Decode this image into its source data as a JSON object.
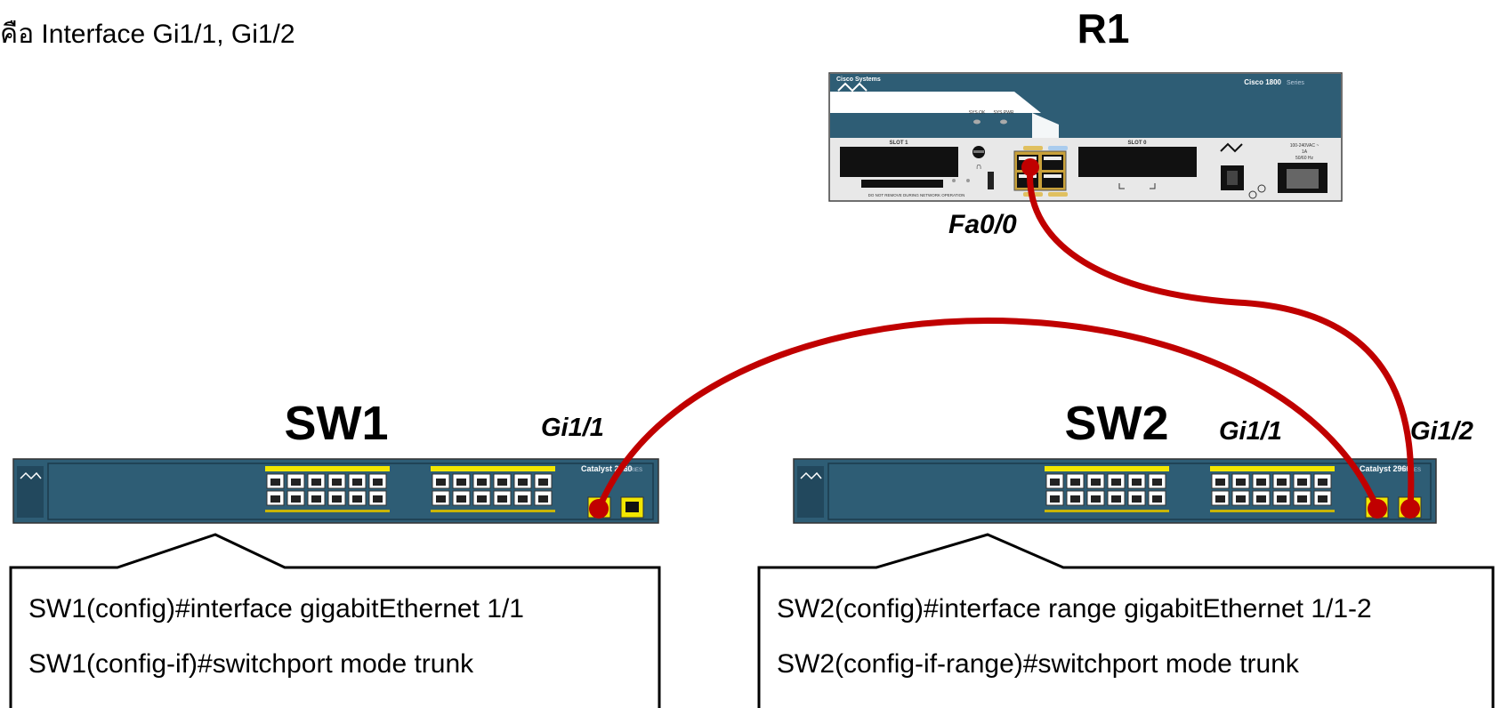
{
  "header": {
    "text": "คือ Interface Gi1/1, Gi1/2"
  },
  "router": {
    "name": "R1",
    "brand": "Cisco Systems",
    "model_label": "Cisco 1800",
    "model_suffix": "Series",
    "slot1_label": "SLOT 1",
    "slot0_label": "SLOT 0",
    "warning": "DO NOT REMOVE DURING NETWORK OPERATION",
    "power_label": "100-240VAC ~",
    "power_amps": "1A",
    "power_hz": "50/60 Hz",
    "sys_ok": "SYS OK",
    "sys_pwr": "SYS PWR",
    "port_label": "Fa0/0"
  },
  "switches": [
    {
      "name": "SW1",
      "model": "Catalyst 2960",
      "model_suffix": "SERIES",
      "ports": [
        "Gi1/1"
      ],
      "commands": [
        "SW1(config)#interface gigabitEthernet 1/1",
        "SW1(config-if)#switchport mode trunk"
      ]
    },
    {
      "name": "SW2",
      "model": "Catalyst 2960",
      "model_suffix": "SERIES",
      "ports": [
        "Gi1/1",
        "Gi1/2"
      ],
      "commands": [
        "SW2(config)#interface range gigabitEthernet 1/1-2",
        "SW2(config-if-range)#switchport mode trunk"
      ]
    }
  ],
  "colors": {
    "cable": "#c00000",
    "chassis": "#2e5d75",
    "chassis_dark": "#1f3f52",
    "port_highlight": "#f2e600",
    "text": "#000000"
  }
}
